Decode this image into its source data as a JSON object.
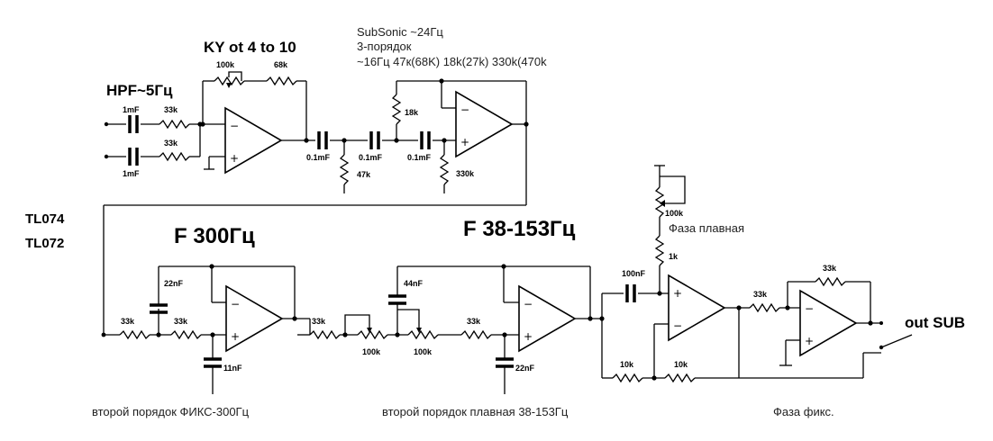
{
  "titles": {
    "ky": "KY ot 4 to 10",
    "hpf": "HPF~5Гц",
    "chip1": "TL074",
    "chip2": "TL072",
    "f300": "F 300Гц",
    "f38": "F 38-153Гц",
    "out": "out SUB"
  },
  "subsonic": {
    "line1": "SubSonic ~24Гц",
    "line2": "3-порядок",
    "line3": "~16Гц 47к(68K) 18k(27k) 330k(470k"
  },
  "captions": {
    "second_fixed": "второй порядок ФИКС-300Гц",
    "second_var": "второй порядок плавная 38-153Гц",
    "phase_fixed": "Фаза фикс.",
    "phase_var": "Фаза плавная"
  },
  "components": {
    "c_in1": "1mF",
    "c_in2": "1mF",
    "r_in1": "33k",
    "r_in2": "33k",
    "pot_gain": "100k",
    "r_fb": "68k",
    "c_ss1": "0.1mF",
    "c_ss2": "0.1mF",
    "c_ss3": "0.1mF",
    "r_ss47": "47k",
    "r_ss18": "18k",
    "r_ss330": "330k",
    "r_f300_1": "33k",
    "r_f300_2": "33k",
    "c_f300_22": "22nF",
    "c_f300_11": "11nF",
    "r_f38_in": "33k",
    "pot_f38_1": "100k",
    "pot_f38_2": "100k",
    "r_f38_2": "33k",
    "c_f38_44": "44nF",
    "c_f38_22": "22nF",
    "c_phase": "100nF",
    "pot_phase": "100k",
    "r_phase_1k": "1k",
    "r_phase_10k_a": "10k",
    "r_phase_10k_b": "10k",
    "r_buf_in": "33k",
    "r_buf_fb": "33k"
  }
}
